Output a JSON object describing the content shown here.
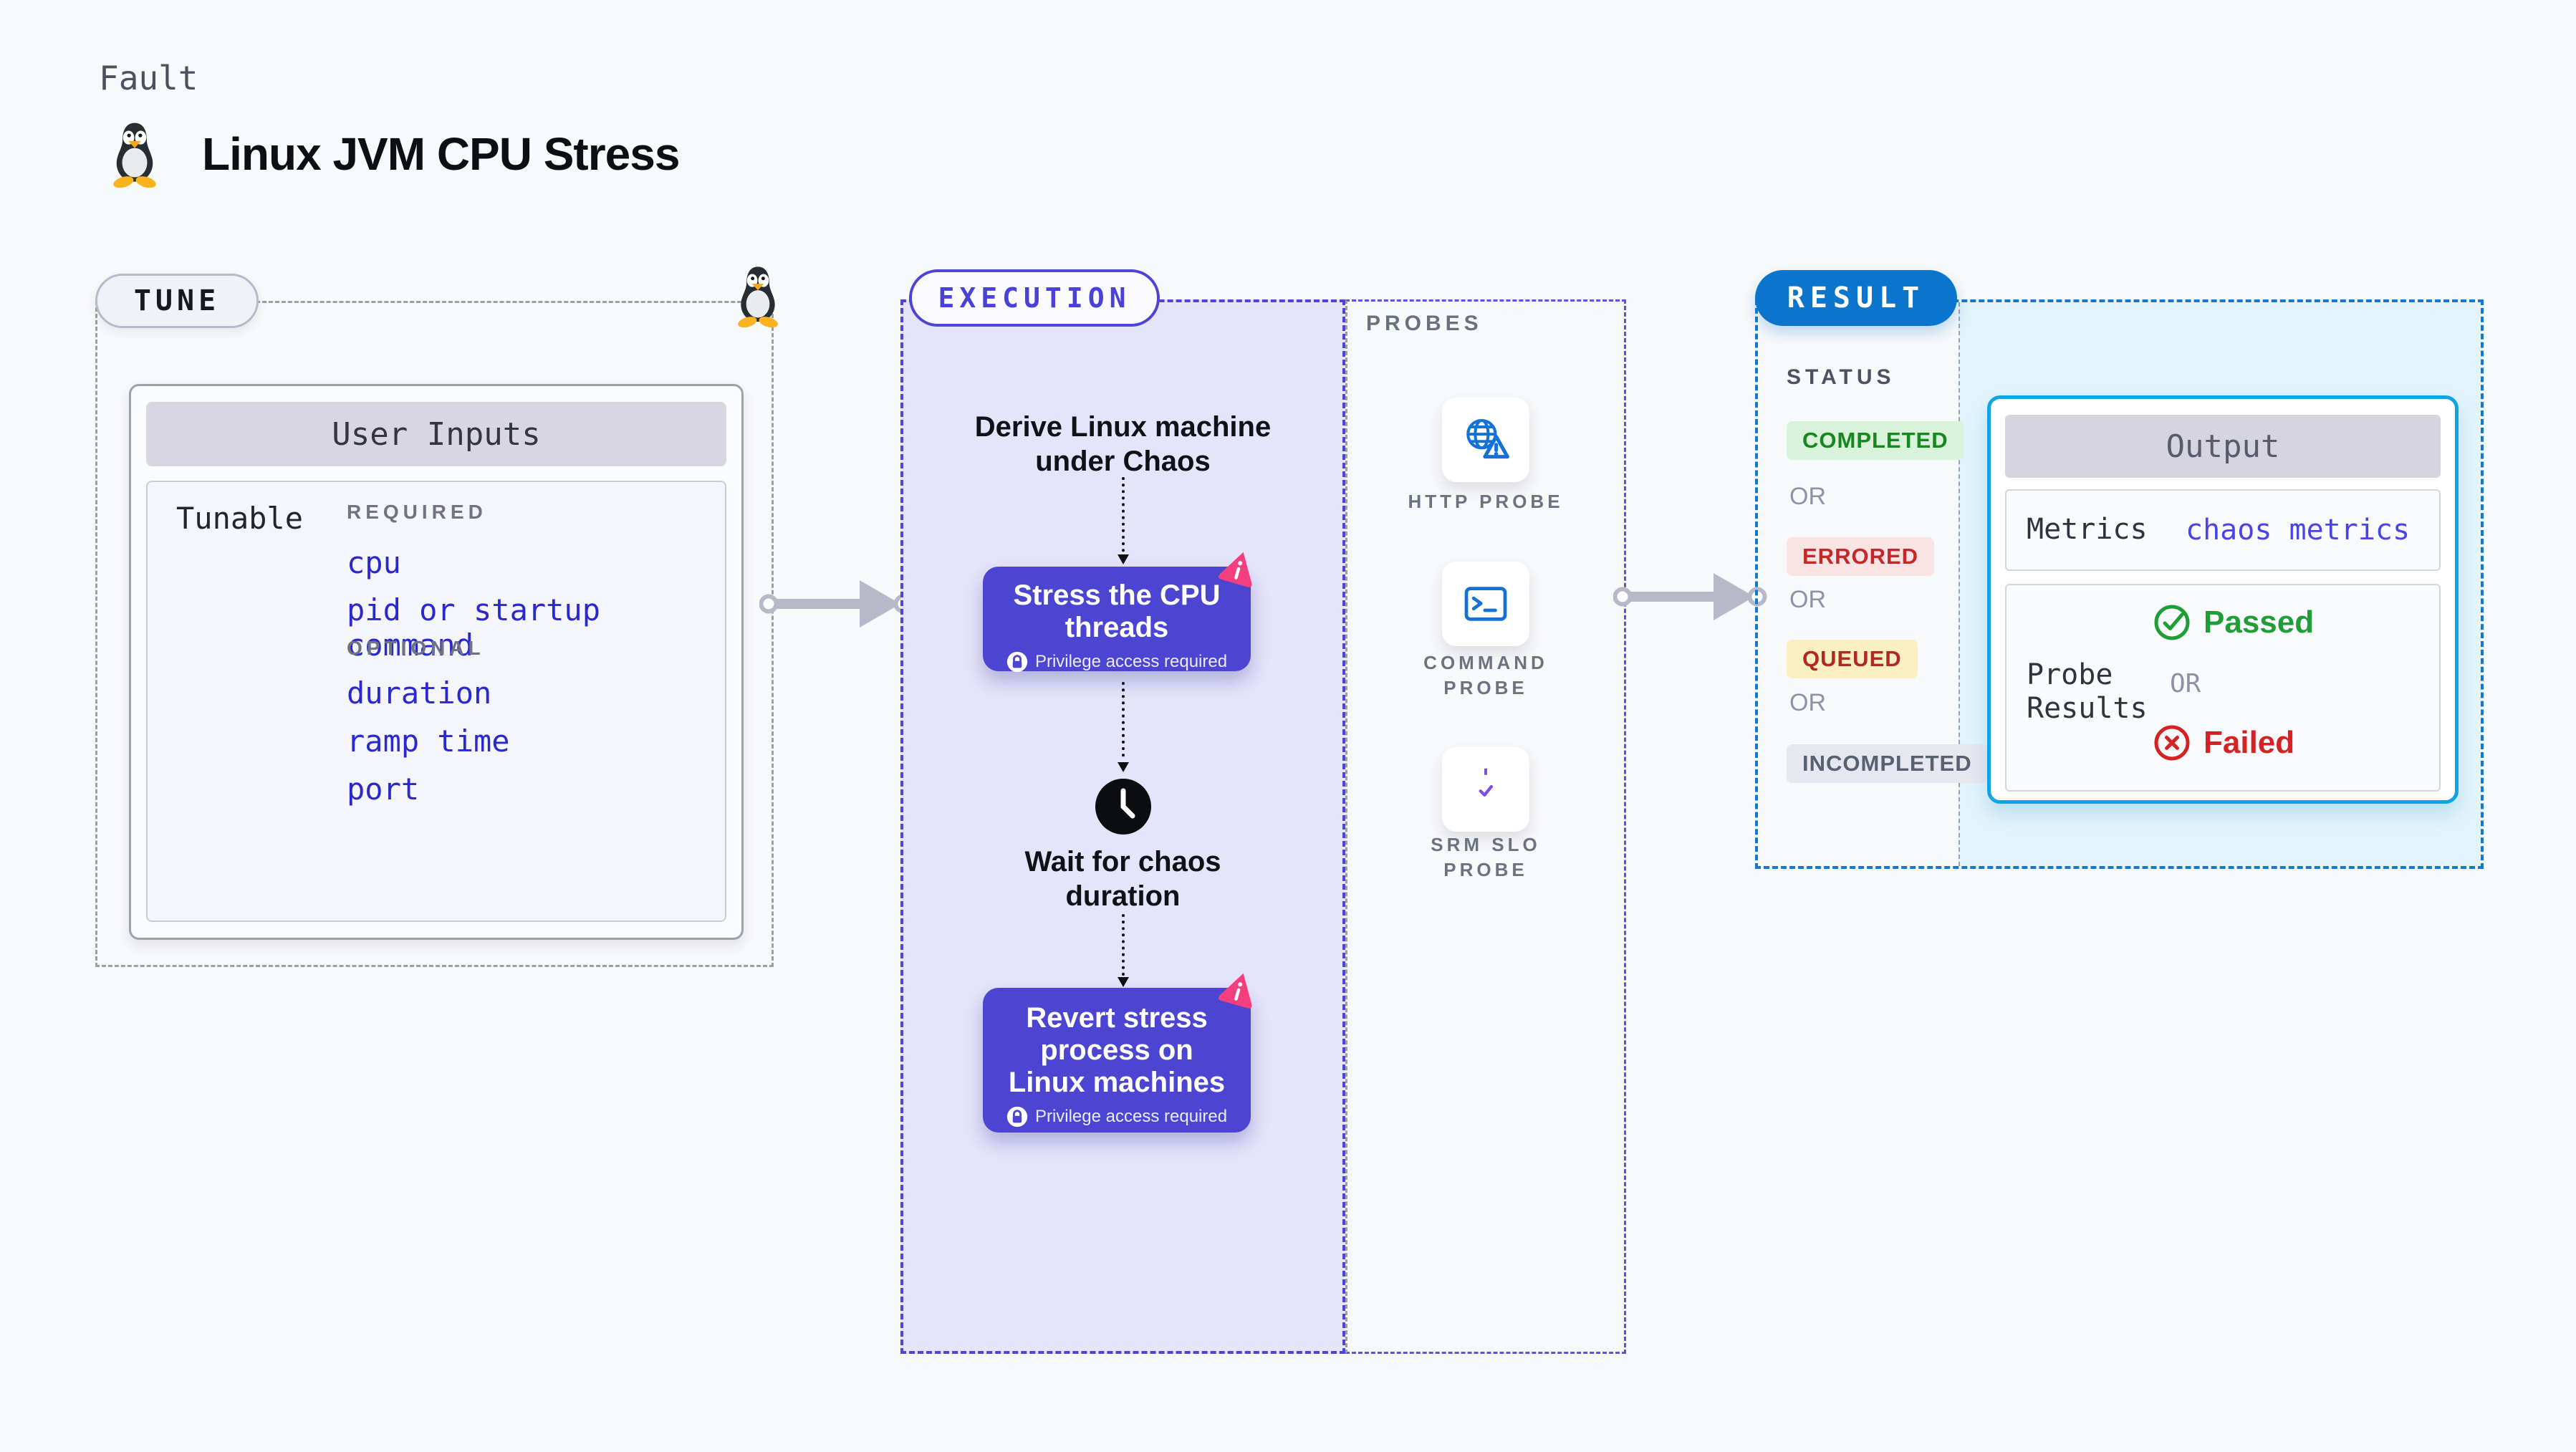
{
  "header": {
    "kicker": "Fault",
    "title": "Linux JVM CPU Stress"
  },
  "tune": {
    "label": "TUNE",
    "user_inputs": {
      "title": "User Inputs",
      "row_label": "Tunable",
      "required_label": "REQUIRED",
      "required": [
        "cpu",
        "pid or startup command"
      ],
      "optional_label": "OPTIONAL",
      "optional": [
        "duration",
        "ramp time",
        "port"
      ]
    }
  },
  "execution": {
    "label": "EXECUTION",
    "derive_step": "Derive Linux machine under Chaos",
    "stress_step": "Stress the CPU threads",
    "wait_step": "Wait for chaos duration",
    "revert_step": "Revert stress process on Linux machines",
    "privilege_note": "Privilege access required"
  },
  "probes": {
    "label": "PROBES",
    "items": [
      {
        "name": "HTTP PROBE",
        "icon": "globe-alert-icon"
      },
      {
        "name": "COMMAND PROBE",
        "icon": "terminal-icon"
      },
      {
        "name": "SRM SLO PROBE",
        "icon": "slo-gauge-icon"
      }
    ]
  },
  "result": {
    "label": "RESULT",
    "status_label": "STATUS",
    "or_label": "OR",
    "statuses": [
      "COMPLETED",
      "ERRORED",
      "QUEUED",
      "INCOMPLETED"
    ],
    "output": {
      "title": "Output",
      "metrics_label": "Metrics",
      "metrics_link": "chaos metrics",
      "probe_results_label": "Probe Results",
      "passed": "Passed",
      "or_label": "OR",
      "failed": "Failed"
    }
  },
  "colors": {
    "indigo": "#4b45d2",
    "blue": "#0b74cd",
    "cyan": "#12a3e2",
    "pink": "#f43f7f",
    "green": "#1f9e37",
    "red": "#d42322"
  }
}
